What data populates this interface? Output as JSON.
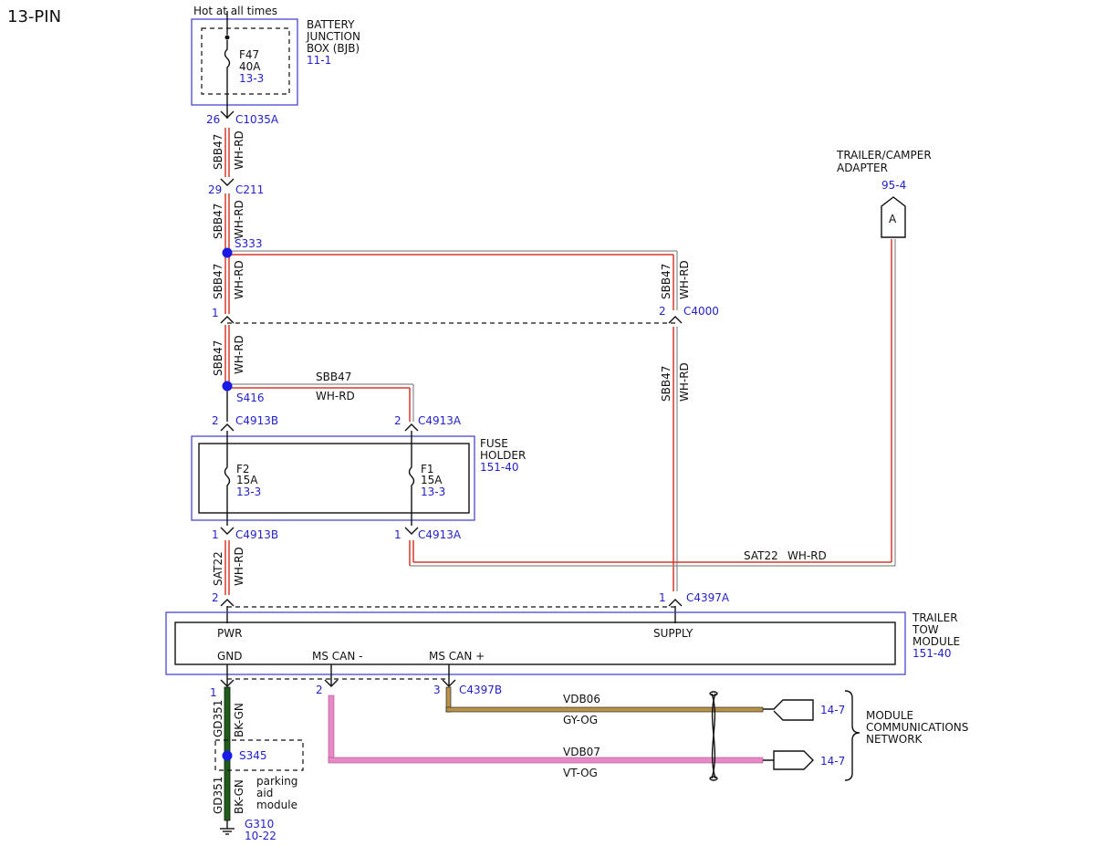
{
  "page_title": "13-PIN",
  "hot_label": "Hot at all times",
  "bjb": {
    "name_1": "BATTERY",
    "name_2": "JUNCTION",
    "name_3": "BOX (BJB)",
    "ref": "11-1",
    "fuse": "F47",
    "amps": "40A",
    "fuse_ref": "13-3"
  },
  "connectors": {
    "c1035a": {
      "id": "C1035A",
      "pin": "26"
    },
    "c211": {
      "id": "C211",
      "pin": "29"
    },
    "c4000_left_pin": "1",
    "c4000": {
      "id": "C4000",
      "pin": "2"
    },
    "c4913b_top": {
      "id": "C4913B",
      "pin": "2"
    },
    "c4913a_top": {
      "id": "C4913A",
      "pin": "2"
    },
    "c4913b_bot": {
      "id": "C4913B",
      "pin": "1"
    },
    "c4913a_bot": {
      "id": "C4913A",
      "pin": "1"
    },
    "c4397a_left_pin": "2",
    "c4397a": {
      "id": "C4397A",
      "pin": "1"
    },
    "c4397b_gnd_pin": "1",
    "c4397b_mscanm_pin": "2",
    "c4397b": {
      "id": "C4397B",
      "pin": "3"
    }
  },
  "splices": {
    "s333": "S333",
    "s416": "S416",
    "s345": "S345"
  },
  "wires": {
    "sbb47": "SBB47",
    "whrd": "WH-RD",
    "sat22": "SAT22",
    "gd351": "GD351",
    "bkgn": "BK-GN",
    "vdb06": "VDB06",
    "gyog": "GY-OG",
    "vdb07": "VDB07",
    "vtog": "VT-OG"
  },
  "fuse_holder": {
    "name_1": "FUSE",
    "name_2": "HOLDER",
    "ref": "151-40",
    "f2": "F2",
    "f2_amps": "15A",
    "f2_ref": "13-3",
    "f1": "F1",
    "f1_amps": "15A",
    "f1_ref": "13-3"
  },
  "trailer_adapter": {
    "name_1": "TRAILER/CAMPER",
    "name_2": "ADAPTER",
    "ref": "95-4",
    "pin": "A"
  },
  "ttm": {
    "name_1": "TRAILER",
    "name_2": "TOW",
    "name_3": "MODULE",
    "ref": "151-40",
    "pwr": "PWR",
    "supply": "SUPPLY",
    "gnd": "GND",
    "mscan_minus": "MS CAN -",
    "mscan_plus": "MS CAN +"
  },
  "network": {
    "ref_1": "14-7",
    "ref_2": "14-7",
    "name_1": "MODULE",
    "name_2": "COMMUNICATIONS",
    "name_3": "NETWORK"
  },
  "ground": {
    "id": "G310",
    "ref": "10-22"
  },
  "parking": {
    "l1": "parking",
    "l2": "aid",
    "l3": "module"
  },
  "colors": {
    "wh_rd": "#d33a2c",
    "bk_gn": "#1f5e1a",
    "gy_og": "#b8924a",
    "vt_og": "#e58ac4",
    "ref_blue": "#2222cc"
  }
}
